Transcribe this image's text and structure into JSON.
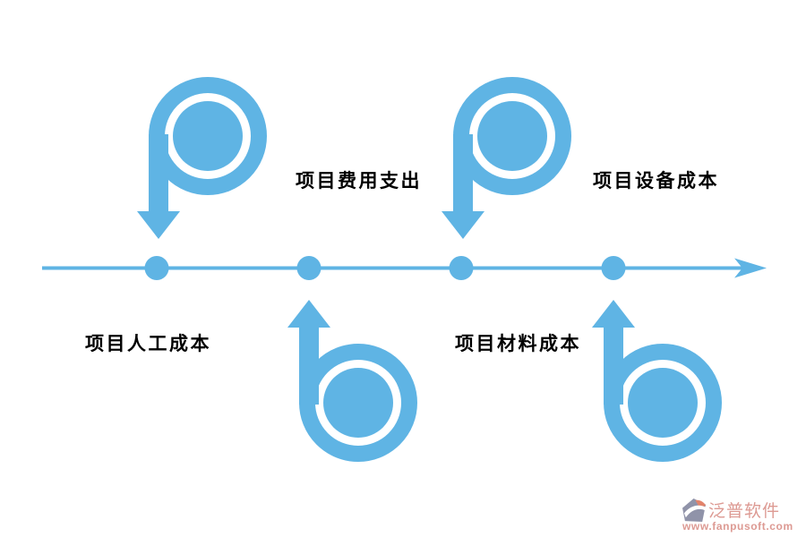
{
  "colors": {
    "accent": "#5FB4E4",
    "label-text": "#000000",
    "watermark-text": "#DD9A93",
    "watermark-logo": "#9093A9",
    "watermark-logo-accent": "#E2836B"
  },
  "diagram": {
    "type": "timeline-process",
    "timeline": {
      "direction": "left-to-right",
      "dot_count": 4
    },
    "nodes": [
      {
        "label": "项目人工成本",
        "icon": "p-shape-down-arrow",
        "label_position": "below-line"
      },
      {
        "label": "项目费用支出",
        "icon": "b-shape-up-arrow",
        "label_position": "above-line"
      },
      {
        "label": "项目材料成本",
        "icon": "p-shape-down-arrow",
        "label_position": "below-line"
      },
      {
        "label": "项目设备成本",
        "icon": "b-shape-up-arrow",
        "label_position": "above-line"
      }
    ]
  },
  "watermark": {
    "brand": "泛普软件",
    "url": "www.fanpusoft.com"
  }
}
